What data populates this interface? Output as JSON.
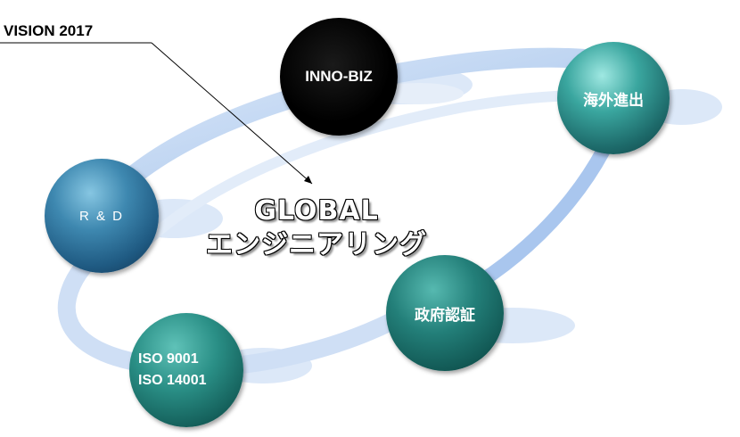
{
  "vision_label": "VISION 2017",
  "center_title": {
    "line1": "GLOBAL",
    "line2": "エンジニアリング"
  },
  "nodes": {
    "innobiz": "INNO-BIZ",
    "kaigai": "海外進出",
    "rd": "R & D",
    "seifu": "政府認証",
    "iso_line1": "ISO 9001",
    "iso_line2": "ISO 14001"
  },
  "colors": {
    "ring": "#cfe0f7",
    "ring_shadow": "#dce8f8",
    "innobiz": "#000000",
    "kaigai": "#2a8f88",
    "rd": "#2f6f98",
    "seifu": "#1b6a66",
    "iso": "#1f7a72"
  }
}
